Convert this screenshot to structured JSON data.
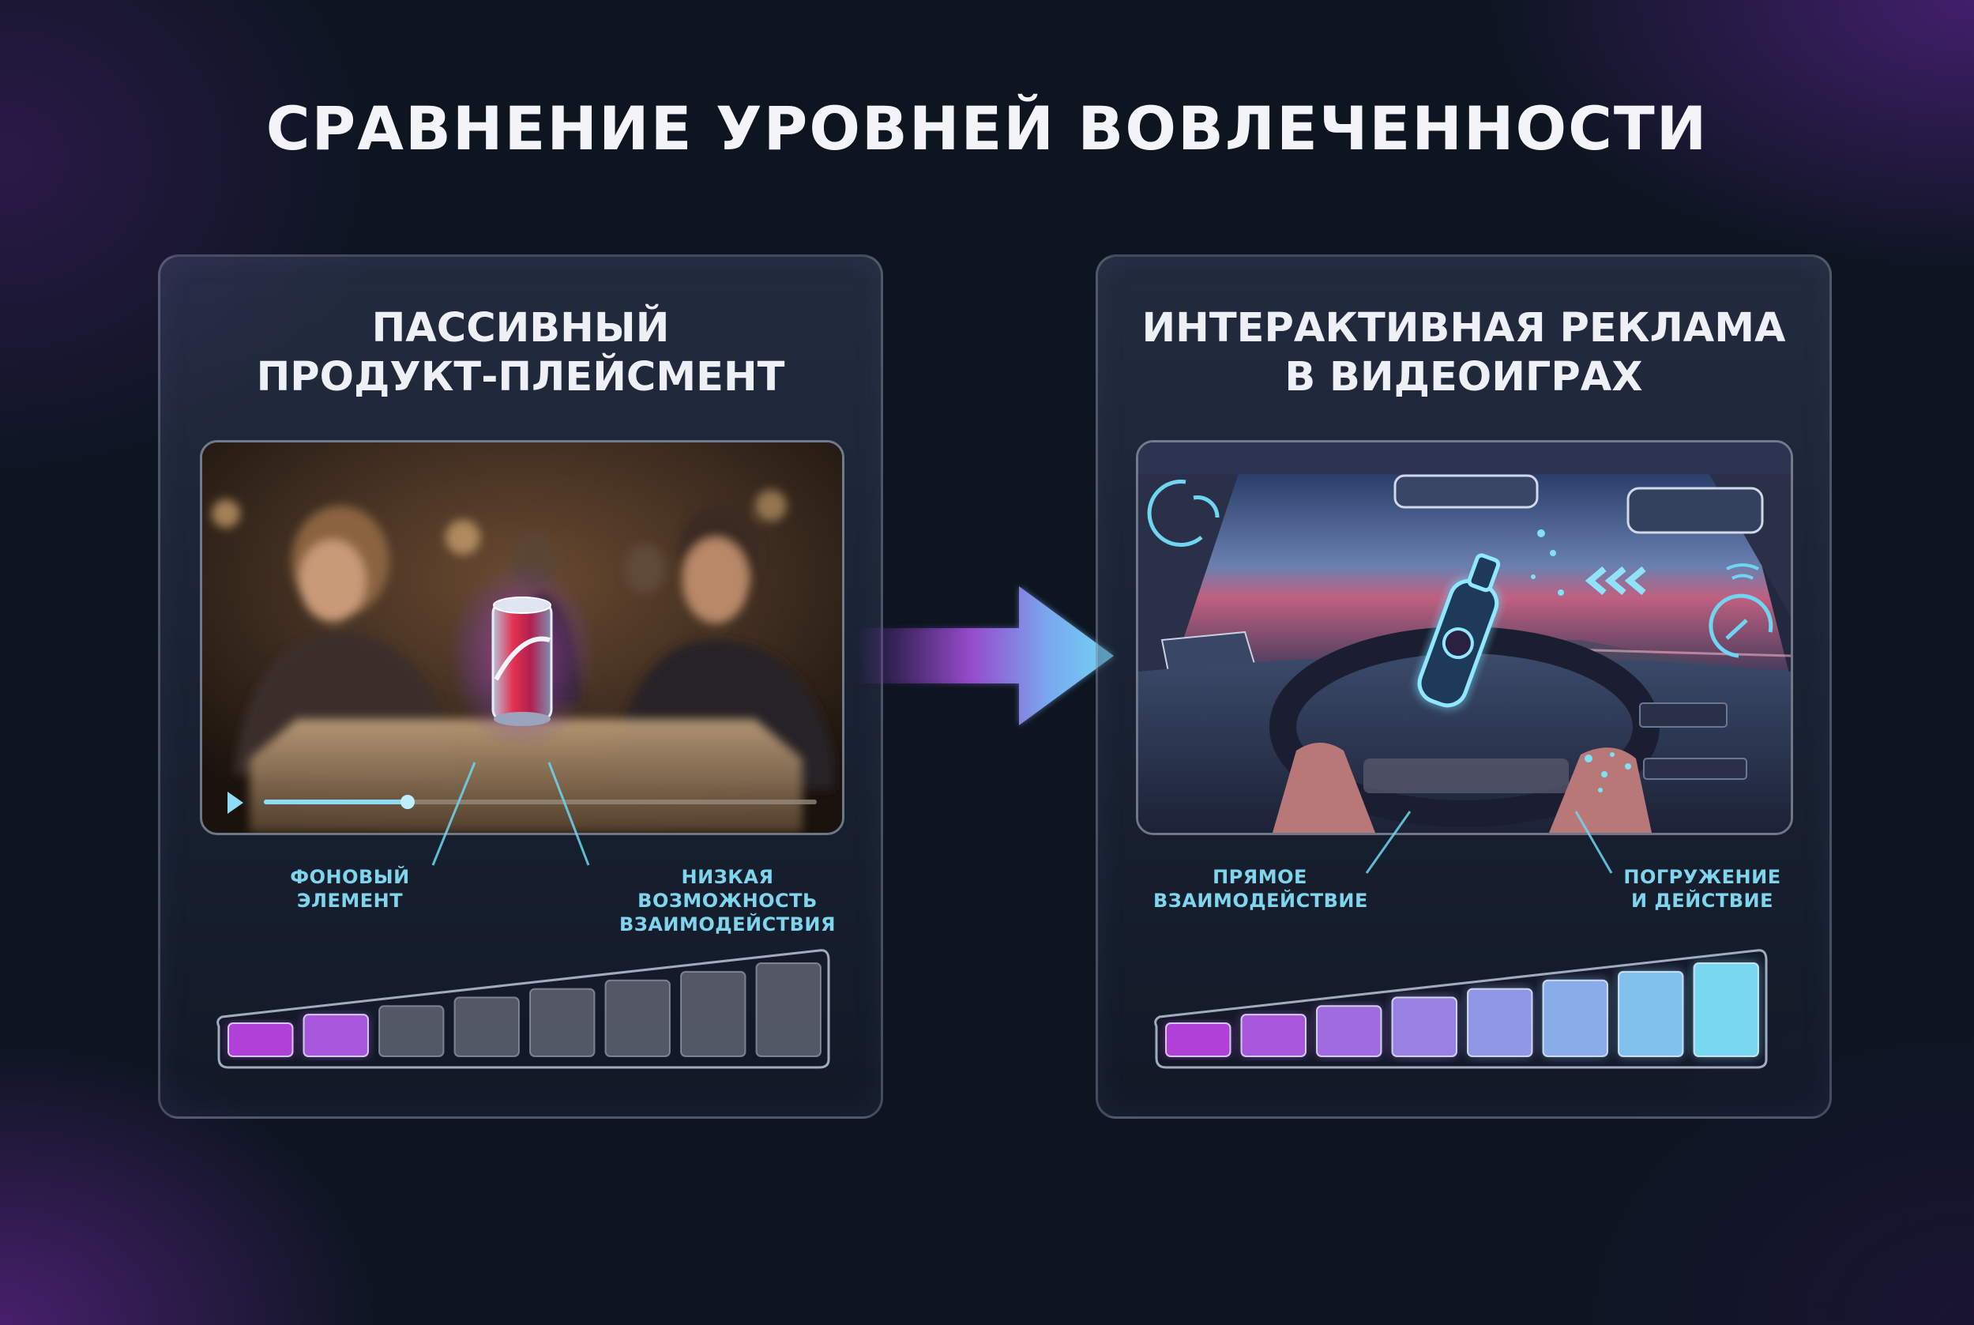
{
  "title": "СРАВНЕНИЕ УРОВНЕЙ ВОВЛЕЧЕННОСТИ",
  "left_panel": {
    "title_line1": "ПАССИВНЫЙ",
    "title_line2": "ПРОДУКТ-ПЛЕЙСМЕНТ",
    "callout_1_line1": "ФОНОВЫЙ",
    "callout_1_line2": "ЭЛЕМЕНТ",
    "callout_2_line1": "НИЗКАЯ ВОЗМОЖНОСТЬ",
    "callout_2_line2": "ВЗАИМОДЕЙСТВИЯ",
    "video_progress": 0.26,
    "engagement_level": 2,
    "engagement_max": 8
  },
  "right_panel": {
    "title_line1": "ИНТЕРАКТИВНАЯ РЕКЛАМА",
    "title_line2": "В ВИДЕОИГРАХ",
    "callout_1_line1": "ПРЯМОЕ",
    "callout_1_line2": "ВЗАИМОДЕЙСТВИЕ",
    "callout_2_line1": "ПОГРУЖЕНИЕ",
    "callout_2_line2": "И ДЕЙСТВИЕ",
    "engagement_level": 8,
    "engagement_max": 8
  },
  "colors": {
    "accent_cyan": "#6fd6f2",
    "accent_purple": "#b53fd8",
    "panel_border": "#c8d2e6"
  },
  "icons": [
    "play-icon",
    "soda-can-icon",
    "bottle-icon",
    "direction-chevrons-icon",
    "speedometer-icon",
    "signal-icon"
  ]
}
